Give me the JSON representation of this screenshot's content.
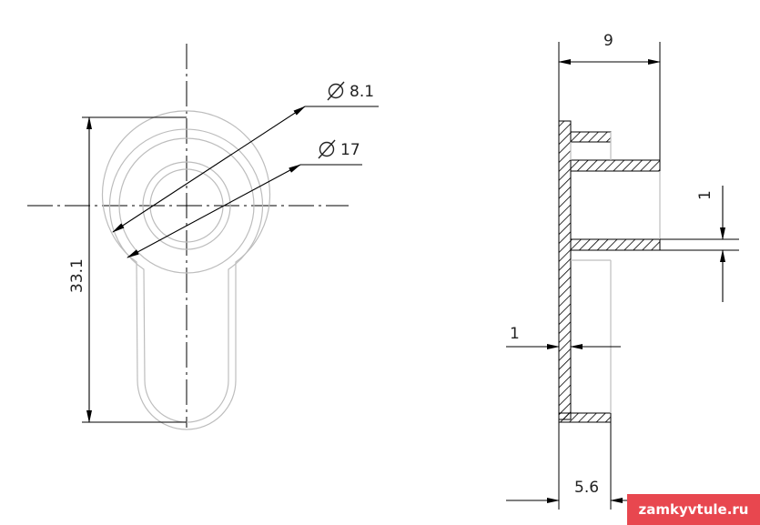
{
  "front_view": {
    "dim_bore": "8.1",
    "dim_flange": "17",
    "dim_height": "33.1"
  },
  "side_view": {
    "dim_depth": "9",
    "dim_wall_gap": "1",
    "dim_plate_thickness": "1",
    "dim_lug_depth": "5.6"
  },
  "watermark": "zamkyvtule.ru",
  "colors": {
    "line": "#000000",
    "outline": "#bdbdbd",
    "watermark_bg": "#e8474f"
  }
}
